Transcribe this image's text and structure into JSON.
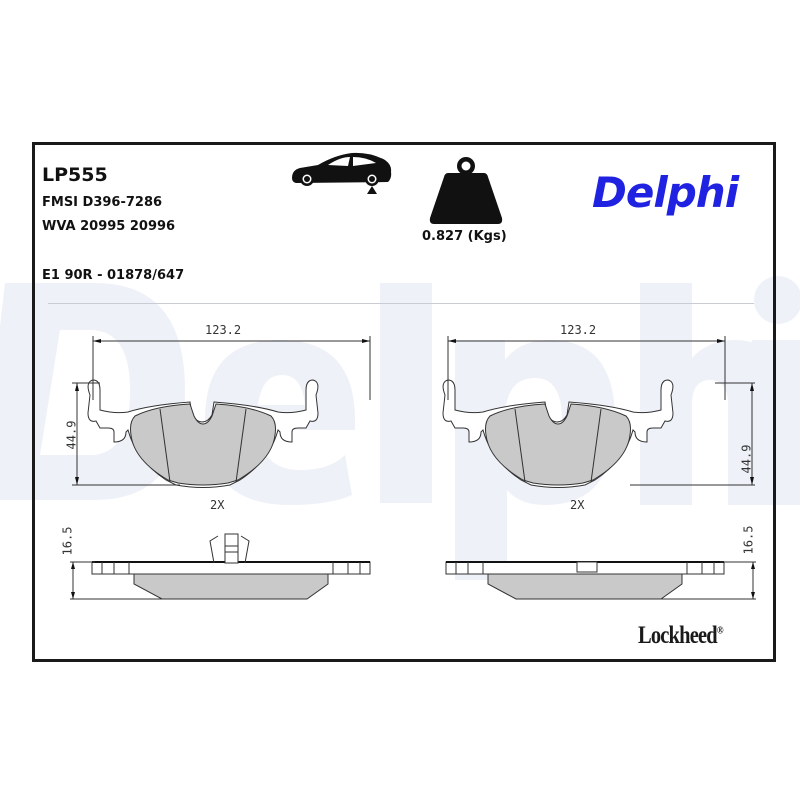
{
  "product": {
    "code": "LP555",
    "fmsi": "FMSI D396-7286",
    "wva": "WVA 20995 20996",
    "approval": "E1 90R - 01878/647",
    "weight": "0.827 (Kgs)"
  },
  "icons": {
    "car": "car-rear-axle-icon",
    "weight": "weight-icon"
  },
  "brand": {
    "name": "Delphi",
    "color": "#1f22e0",
    "watermark_color": "#eef1f7",
    "secondary": "Lockheed",
    "registered": "®"
  },
  "diagram": {
    "left_pad": {
      "width": "123.2",
      "height": "44.9",
      "quantity": "2X",
      "thickness": "16.5"
    },
    "right_pad": {
      "width": "123.2",
      "height": "44.9",
      "quantity": "2X",
      "thickness": "16.5"
    },
    "pad_fill": "#c9c9c9"
  }
}
